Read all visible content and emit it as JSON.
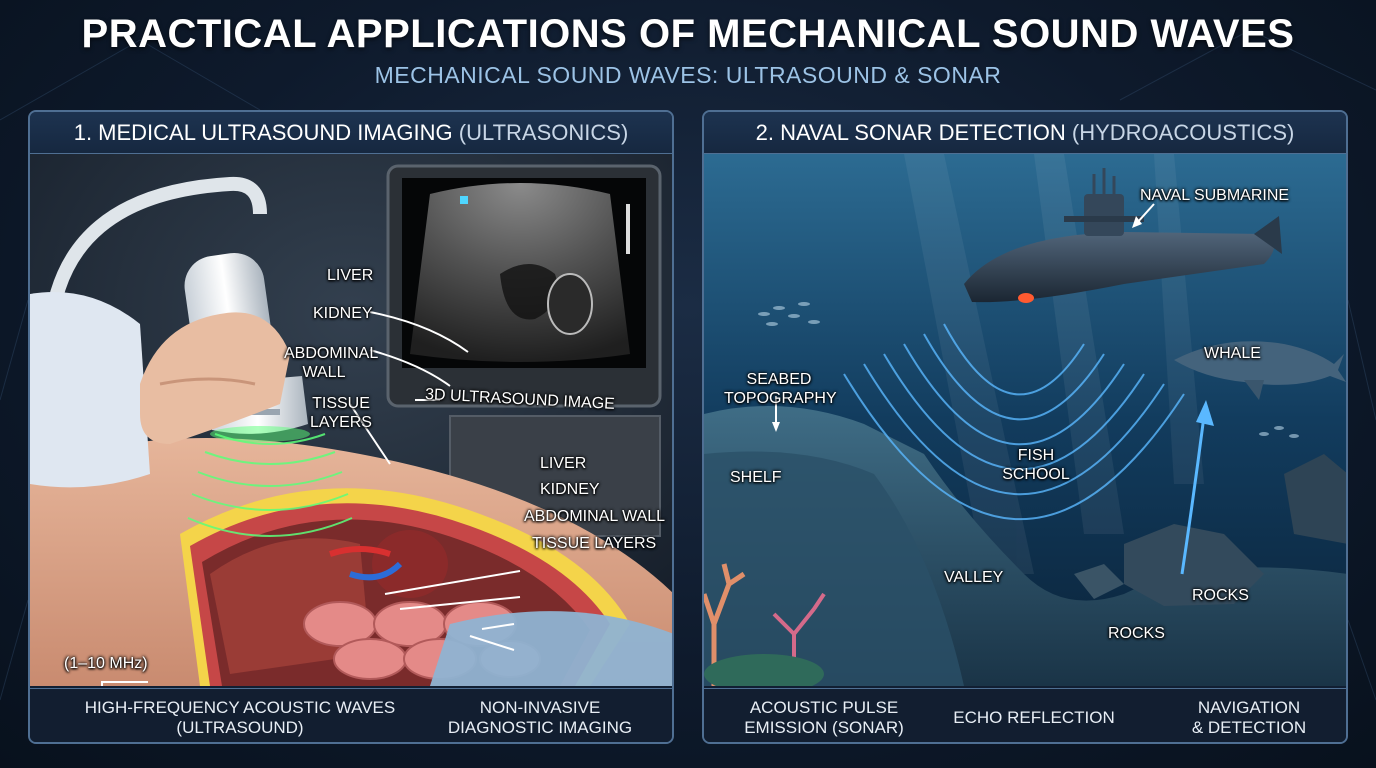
{
  "header": {
    "title": "PRACTICAL APPLICATIONS OF MECHANICAL SOUND WAVES",
    "subtitle": "MECHANICAL SOUND WAVES: ULTRASOUND & SONAR"
  },
  "left_panel": {
    "title_main": "1. MEDICAL ULTRASOUND IMAGING",
    "title_paren": "(ULTRASONICS)",
    "monitor_labels": {
      "liver": "LIVER",
      "kidney": "KIDNEY",
      "abdominal_wall_1": "ABDOMINAL",
      "abdominal_wall_2": "WALL",
      "tissue_layers_1": "TISSUE",
      "tissue_layers_2": "LAYERS",
      "image_caption": "3D ULTRASOUND IMAGE"
    },
    "body_labels": {
      "liver": "LIVER",
      "kidney": "KIDNEY",
      "abdominal_wall": "ABDOMINAL WALL",
      "tissue_layers": "TISSUE LAYERS",
      "frequency": "(1–10 MHz)"
    },
    "footer": {
      "item1_line1": "HIGH-FREQUENCY ACOUSTIC WAVES",
      "item1_line2": "(ULTRASOUND)",
      "item2_line1": "NON-INVASIVE",
      "item2_line2": "DIAGNOSTIC IMAGING"
    }
  },
  "right_panel": {
    "title_main": "2. NAVAL SONAR DETECTION",
    "title_paren": "(HYDROACOUSTICS)",
    "labels": {
      "submarine": "NAVAL SUBMARINE",
      "whale": "WHALE",
      "seabed_1": "SEABED",
      "seabed_2": "TOPOGRAPHY",
      "shelf": "SHELF",
      "fish_1": "FISH",
      "fish_2": "SCHOOL",
      "valley": "VALLEY",
      "rocks_a": "ROCKS",
      "rocks_b": "ROCKS"
    },
    "footer": {
      "item1_line1": "ACOUSTIC PULSE",
      "item1_line2": "EMISSION (SONAR)",
      "item2": "ECHO REFLECTION",
      "item3_line1": "NAVIGATION",
      "item3_line2": "& DETECTION"
    }
  },
  "colors": {
    "accent_text": "#9cc3e6",
    "panel_border": "#4f6f93",
    "ultrasound_wave": "#5cff7a",
    "sonar_wave": "#5ab8ff"
  }
}
